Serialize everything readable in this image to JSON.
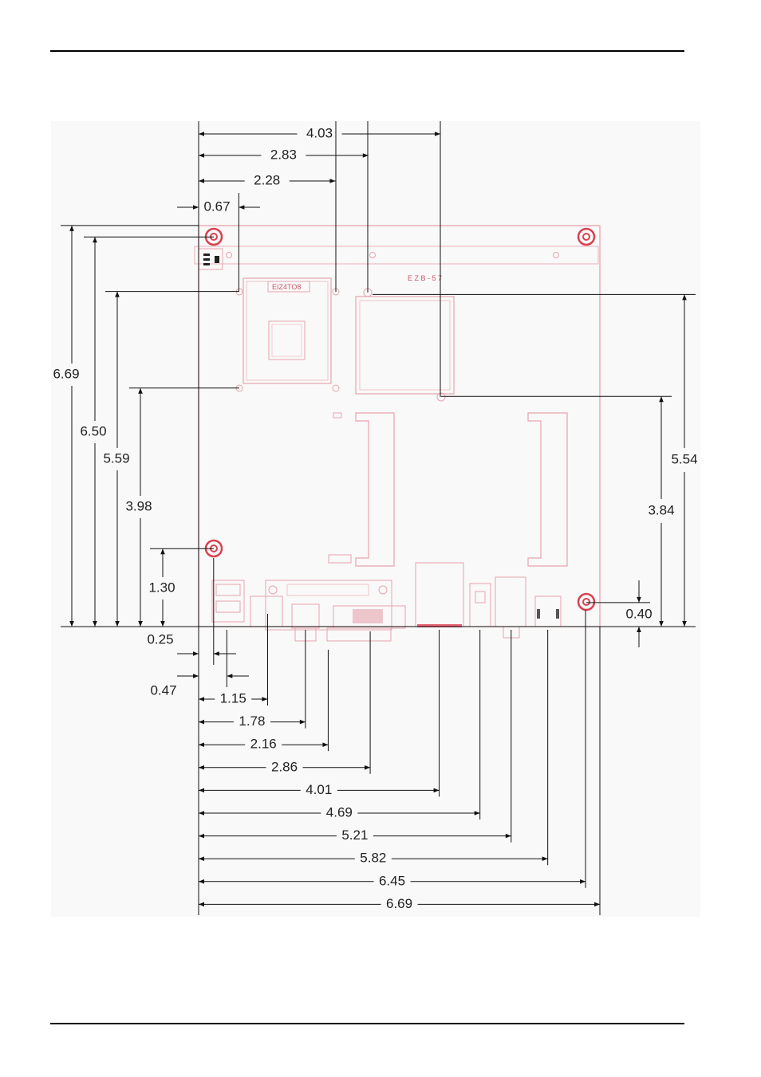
{
  "colors": {
    "board_outline": "#e89aa6",
    "component": "#e7a3ad",
    "mount_hole": "#d94150",
    "dimension_line": "#111111",
    "rule": "#000000",
    "background_area": "#f8f8f8"
  },
  "board_labels": {
    "chip_marking": "EIZ4TO8",
    "silkscreen": "E Z B - 5 7"
  },
  "horizontal_top": [
    {
      "label": "4.03",
      "value": 4.03
    },
    {
      "label": "2.83",
      "value": 2.83
    },
    {
      "label": "2.28",
      "value": 2.28
    },
    {
      "label": "0.67",
      "value": 0.67
    }
  ],
  "vertical_left": [
    {
      "label": "6.69",
      "value": 6.69
    },
    {
      "label": "6.50",
      "value": 6.5
    },
    {
      "label": "5.59",
      "value": 5.59
    },
    {
      "label": "3.98",
      "value": 3.98
    },
    {
      "label": "1.30",
      "value": 1.3
    }
  ],
  "vertical_right": [
    {
      "label": "5.54",
      "value": 5.54
    },
    {
      "label": "3.84",
      "value": 3.84
    },
    {
      "label": "0.40",
      "value": 0.4
    }
  ],
  "horizontal_bottom_small": [
    {
      "label": "0.25",
      "value": 0.25
    },
    {
      "label": "0.47",
      "value": 0.47
    }
  ],
  "horizontal_bottom": [
    {
      "label": "1.15",
      "value": 1.15
    },
    {
      "label": "1.78",
      "value": 1.78
    },
    {
      "label": "2.16",
      "value": 2.16
    },
    {
      "label": "2.86",
      "value": 2.86
    },
    {
      "label": "4.01",
      "value": 4.01
    },
    {
      "label": "4.69",
      "value": 4.69
    },
    {
      "label": "5.21",
      "value": 5.21
    },
    {
      "label": "5.82",
      "value": 5.82
    },
    {
      "label": "6.45",
      "value": 6.45
    },
    {
      "label": "6.69",
      "value": 6.69
    }
  ]
}
